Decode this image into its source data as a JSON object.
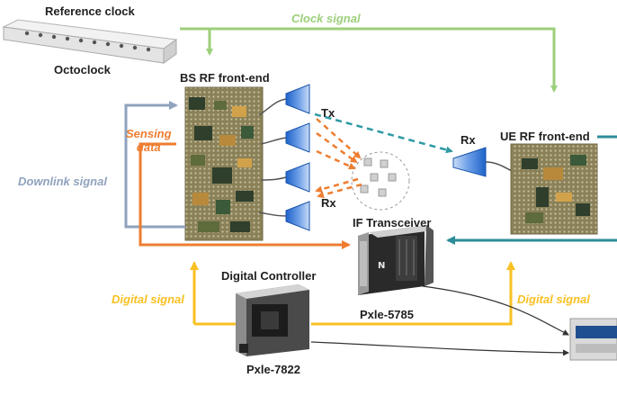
{
  "labels": {
    "reference_clock": "Reference clock",
    "octoclock": "Octoclock",
    "clock_signal": "Clock signal",
    "bs_rf_front_end": "BS RF front-end",
    "tx": "Tx",
    "rx_bs": "Rx",
    "rx_ue": "Rx",
    "ue_rf_front_end": "UE RF front-end",
    "sensing_data": "Sensing\ndata",
    "downlink_signal": "Downlink signal",
    "if_transceiver": "IF Transceiver",
    "pxie_5785": "Pxle-5785",
    "digital_controller": "Digital Controller",
    "pxie_7822": "Pxle-7822",
    "digital_signal_left": "Digital signal",
    "digital_signal_right": "Digital signal"
  },
  "colors": {
    "clock": "#9ccf7a",
    "downlink": "#8fa2be",
    "sensing": "#ee7d30",
    "digital": "#f9c023",
    "uplink": "#2d8c99",
    "dashed_teal": "#2f9aa4",
    "dashed_orange": "#ee7d30"
  }
}
